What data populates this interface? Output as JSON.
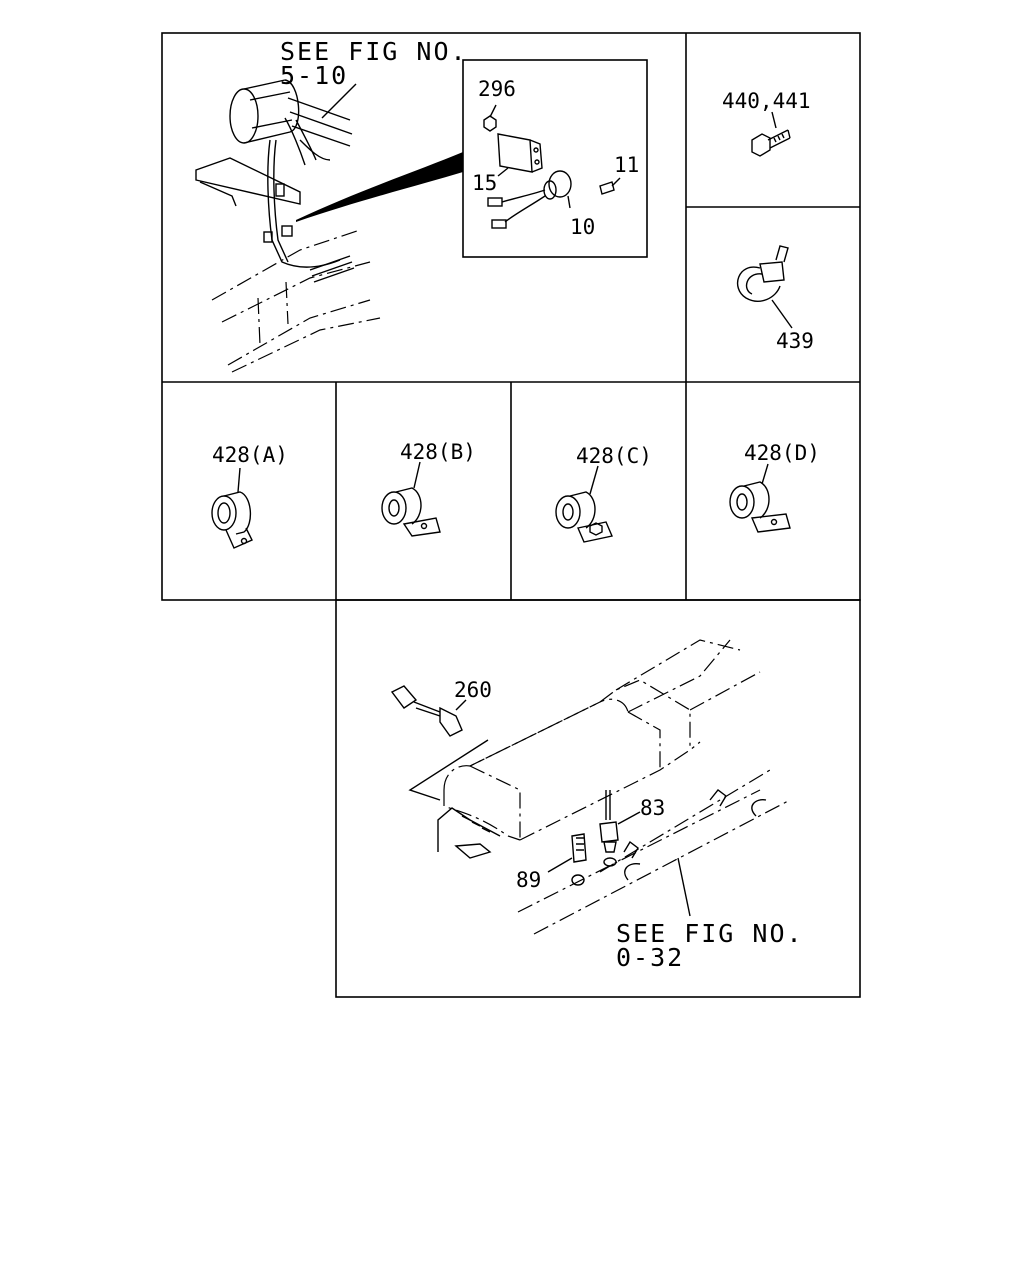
{
  "figure_refs": {
    "top": [
      "SEE FIG NO.",
      "5-10"
    ],
    "bottom": [
      "SEE FIG NO.",
      "0-32"
    ]
  },
  "callouts": {
    "c296": "296",
    "c11": "11",
    "c15": "15",
    "c10": "10",
    "c440": "440,441",
    "c439": "439",
    "c428a": "428(A)",
    "c428b": "428(B)",
    "c428c": "428(C)",
    "c428d": "428(D)",
    "c260": "260",
    "c83": "83",
    "c89": "89"
  }
}
